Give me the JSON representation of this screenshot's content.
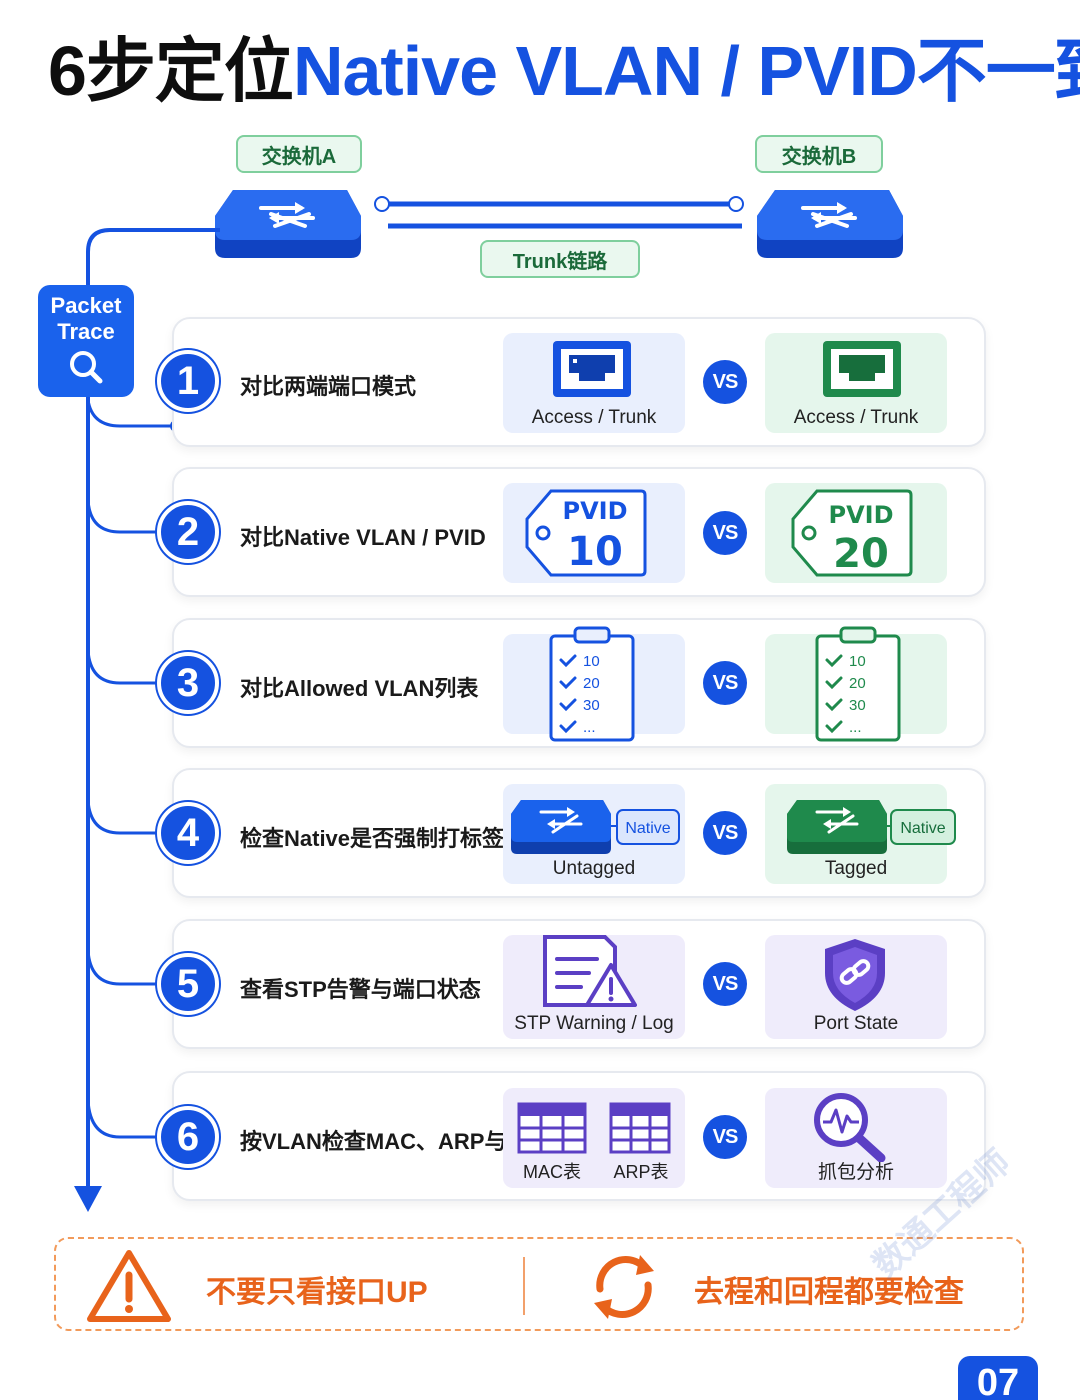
{
  "title": {
    "part1": "6步定位",
    "part2": "Native VLAN / PVID不一致"
  },
  "topology": {
    "switch_a_label": "交换机A",
    "switch_b_label": "交换机B",
    "link_label": "Trunk链路",
    "switch_color": "#1a62ec"
  },
  "tool_badge": {
    "line1": "Packet",
    "line2": "Trace",
    "icon": "magnifier-icon"
  },
  "vs_label": "VS",
  "steps": [
    {
      "num": "1",
      "label": "对比两端端口模式",
      "left_caption": "Access / Trunk",
      "right_caption": "Access / Trunk",
      "icon": "ethernet-port-icon"
    },
    {
      "num": "2",
      "label": "对比Native VLAN / PVID",
      "left_tag_title": "PVID",
      "left_tag_value": "10",
      "right_tag_title": "PVID",
      "right_tag_value": "20",
      "icon": "tag-icon"
    },
    {
      "num": "3",
      "label": "对比Allowed VLAN列表",
      "left_items": [
        "10",
        "20",
        "30",
        "..."
      ],
      "right_items": [
        "10",
        "20",
        "30",
        "..."
      ],
      "icon": "clipboard-checklist-icon"
    },
    {
      "num": "4",
      "label": "检查Native是否强制打标签",
      "left_tag": "Native",
      "left_caption": "Untagged",
      "right_tag": "Native",
      "right_caption": "Tagged",
      "icon": "switch-icon"
    },
    {
      "num": "5",
      "label": "查看STP告警与端口状态",
      "left_caption": "STP Warning / Log",
      "right_caption": "Port State",
      "icon": "warning-log-icon"
    },
    {
      "num": "6",
      "label": "按VLAN检查MAC、ARP与抓包",
      "left_caption_1": "MAC表",
      "left_caption_2": "ARP表",
      "right_caption": "抓包分析",
      "icon": "table-icon"
    }
  ],
  "footer": {
    "tip_left": "不要只看接口UP",
    "tip_right": "去程和回程都要检查"
  },
  "watermark": "数通工程师",
  "page_number": "07",
  "colors": {
    "primary_blue": "#1552e0",
    "green": "#1f8a4c",
    "purple": "#5b3fc4",
    "orange": "#e8631b"
  }
}
